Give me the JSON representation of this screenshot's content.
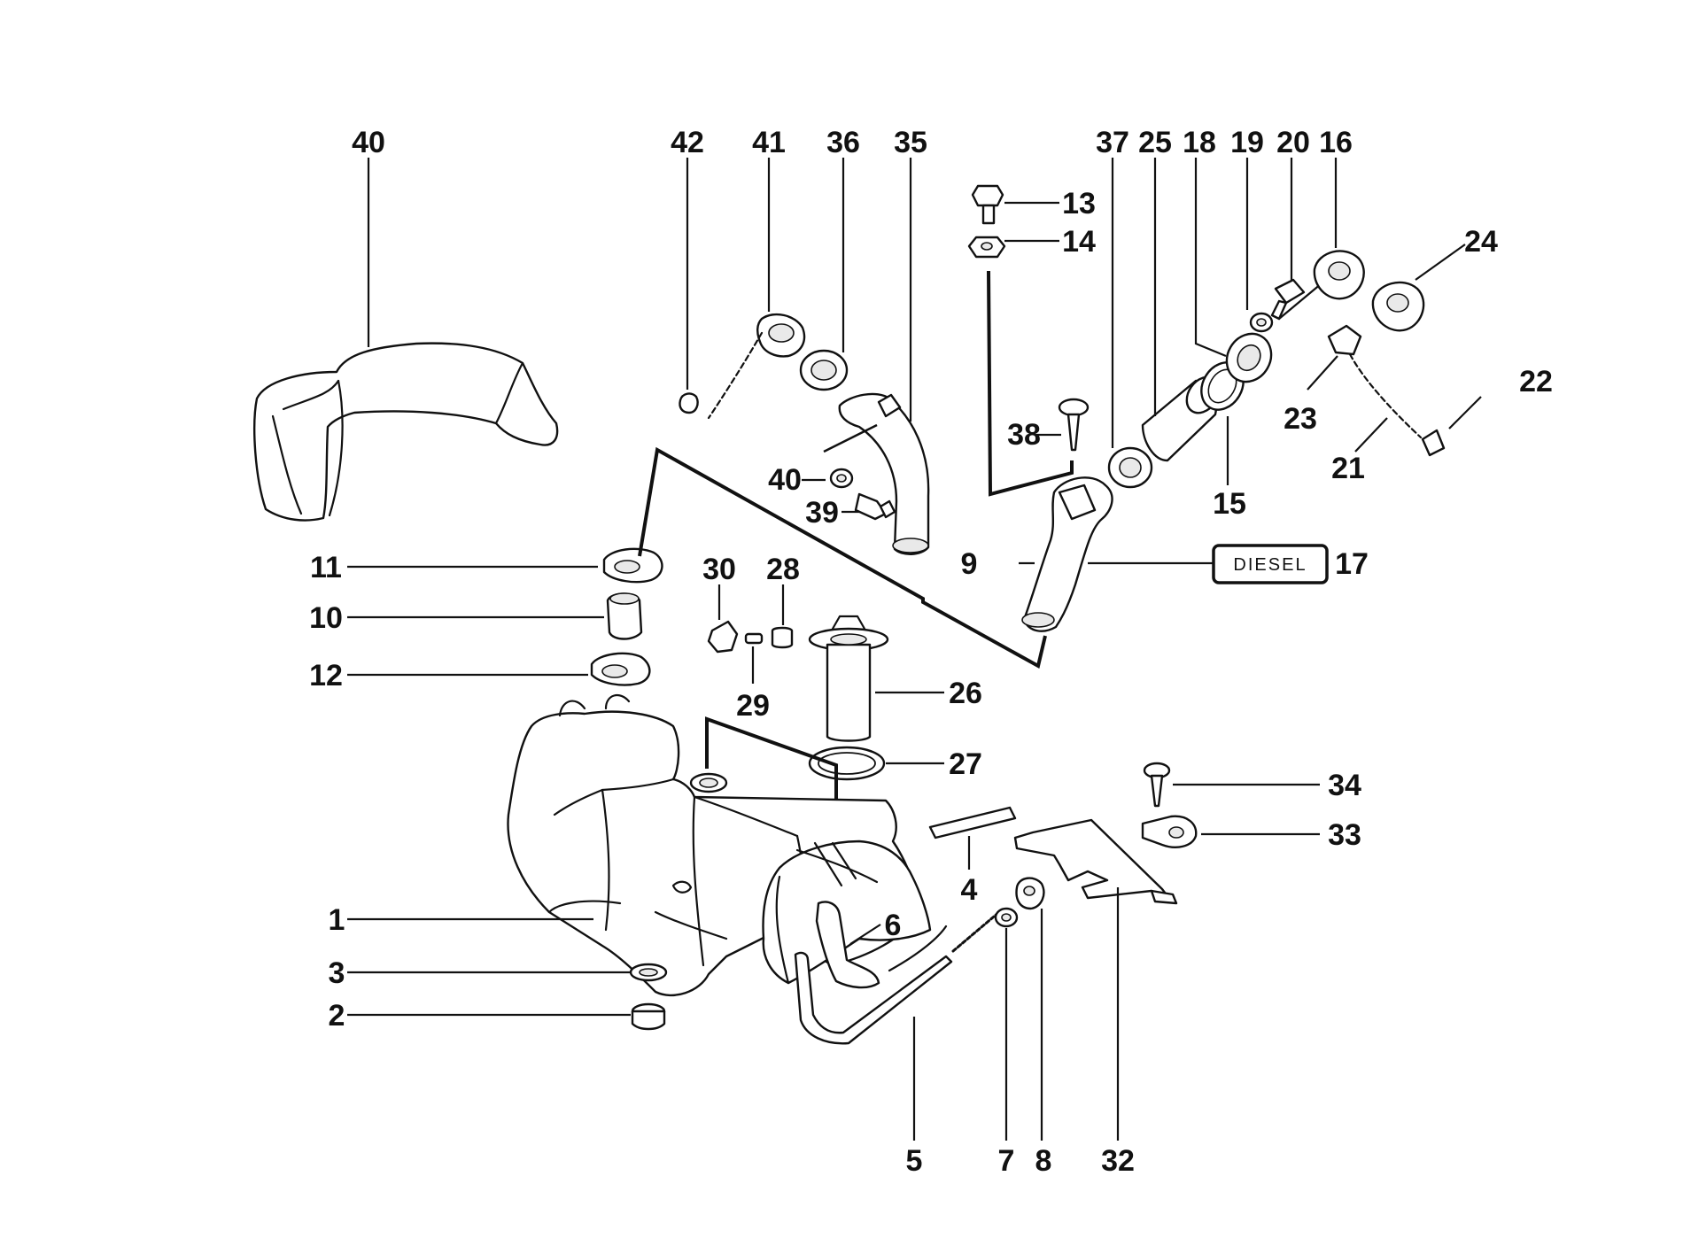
{
  "diagram": {
    "callouts": {
      "p1": "1",
      "p2": "2",
      "p3": "3",
      "p4": "4",
      "p5": "5",
      "p6": "6",
      "p7": "7",
      "p8": "8",
      "p9": "9",
      "p10": "10",
      "p11": "11",
      "p12": "12",
      "p13": "13",
      "p14": "14",
      "p15": "15",
      "p16": "16",
      "p17": "17",
      "p18": "18",
      "p19": "19",
      "p20": "20",
      "p21": "21",
      "p22": "22",
      "p23": "23",
      "p24": "24",
      "p25": "25",
      "p26": "26",
      "p27": "27",
      "p28": "28",
      "p29": "29",
      "p30": "30",
      "p32": "32",
      "p33": "33",
      "p34": "34",
      "p35": "35",
      "p36": "36",
      "p37": "37",
      "p38": "38",
      "p39": "39",
      "p40a": "40",
      "p40b": "40",
      "p41": "41",
      "p42": "42"
    },
    "decal_text": "DIESEL"
  }
}
